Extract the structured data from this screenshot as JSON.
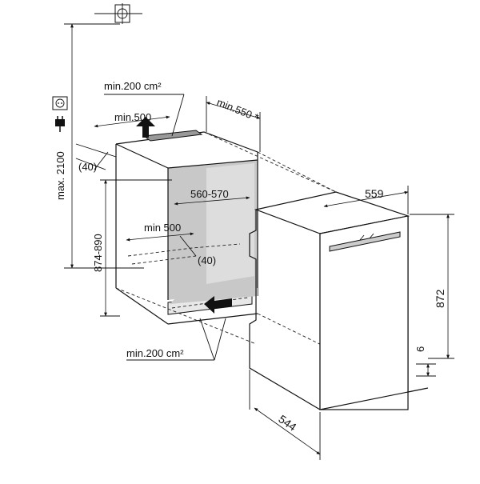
{
  "icons": {
    "earth": "earth-symbol-icon",
    "socket": "socket-icon",
    "plug": "plug-icon"
  },
  "labels": {
    "max_height": "max. 2100",
    "niche_top_vent": "min.200 cm²",
    "niche_top_width": "min.500",
    "niche_depth": "min.550 *",
    "side_gap": "(40)",
    "niche_width": "560-570",
    "niche_height": "874-890",
    "inner_min": "min 500",
    "inner_gap": "(40)",
    "bottom_vent": "min.200 cm²",
    "fridge_width": "559",
    "fridge_height": "872",
    "fridge_depth": "544",
    "plinth": "6"
  }
}
